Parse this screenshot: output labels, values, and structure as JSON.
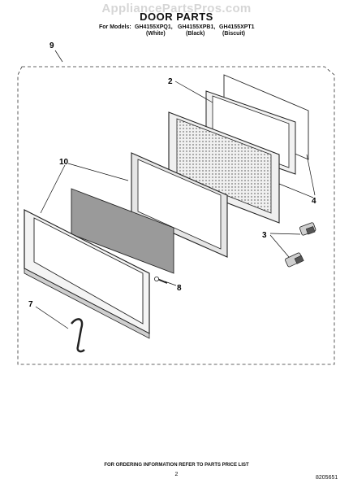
{
  "watermark": "AppliancePartsPros.com",
  "header": {
    "title": "DOOR PARTS",
    "models_prefix": "For Models:",
    "models": [
      {
        "number": "GH4155XPQ1,",
        "color": "(White)"
      },
      {
        "number": "GH4155XPB1,",
        "color": "(Black)"
      },
      {
        "number": "GH4155XPT1",
        "color": "(Biscuit)"
      }
    ]
  },
  "callouts": {
    "c9": "9",
    "c2": "2",
    "c10": "10",
    "c4": "4",
    "c3": "3",
    "c8": "8",
    "c7": "7"
  },
  "footer": {
    "note": "FOR ORDERING INFORMATION REFER TO PARTS PRICE LIST",
    "page": "2",
    "doc_number": "8205651"
  }
}
